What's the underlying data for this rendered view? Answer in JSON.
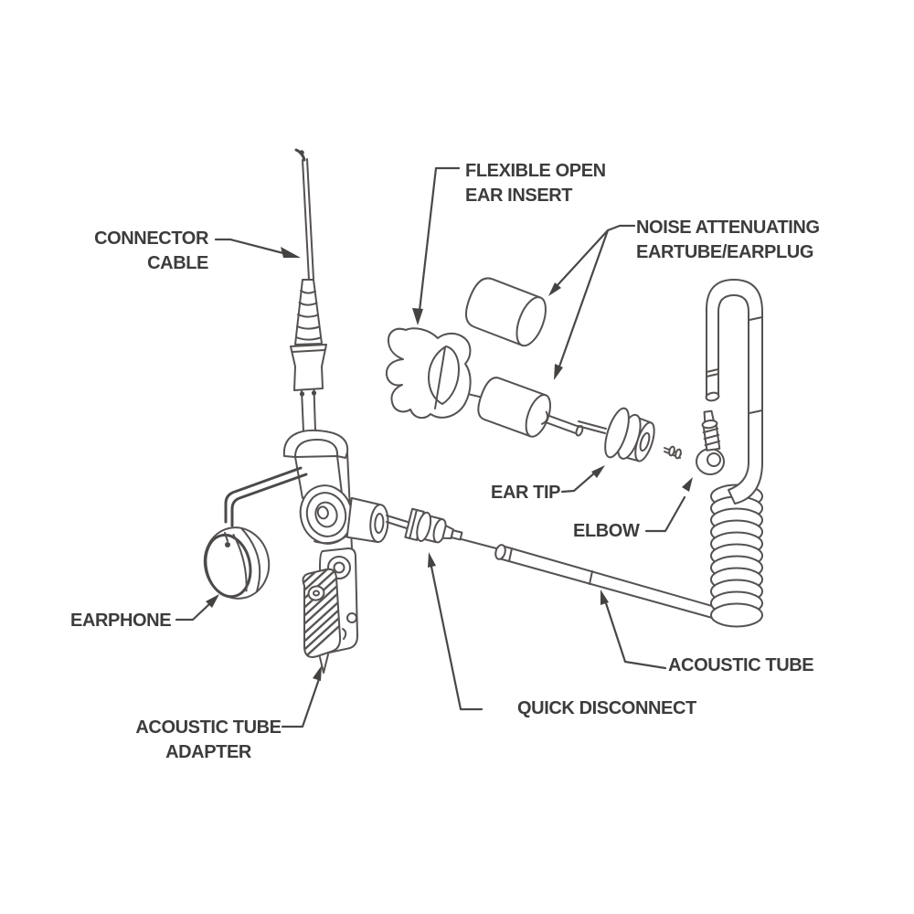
{
  "colors": {
    "background": "#ffffff",
    "ink": "#3d3c3c",
    "line_art": "#555251",
    "leader": "#4a4847"
  },
  "labels": {
    "connector_cable": {
      "lines": [
        "CONNECTOR",
        "CABLE"
      ]
    },
    "flexible_open_ear_insert": {
      "lines": [
        "FLEXIBLE OPEN",
        "EAR INSERT"
      ]
    },
    "noise_attenuating": {
      "lines": [
        "NOISE ATTENUATING",
        "EARTUBE/EARPLUG"
      ]
    },
    "ear_tip": {
      "lines": [
        "EAR TIP"
      ]
    },
    "elbow": {
      "lines": [
        "ELBOW"
      ]
    },
    "earphone": {
      "lines": [
        "EARPHONE"
      ]
    },
    "acoustic_tube": {
      "lines": [
        "ACOUSTIC TUBE"
      ]
    },
    "quick_disconnect": {
      "lines": [
        "QUICK DISCONNECT"
      ]
    },
    "acoustic_tube_adapter": {
      "lines": [
        "ACOUSTIC TUBE",
        "ADAPTER"
      ]
    }
  }
}
